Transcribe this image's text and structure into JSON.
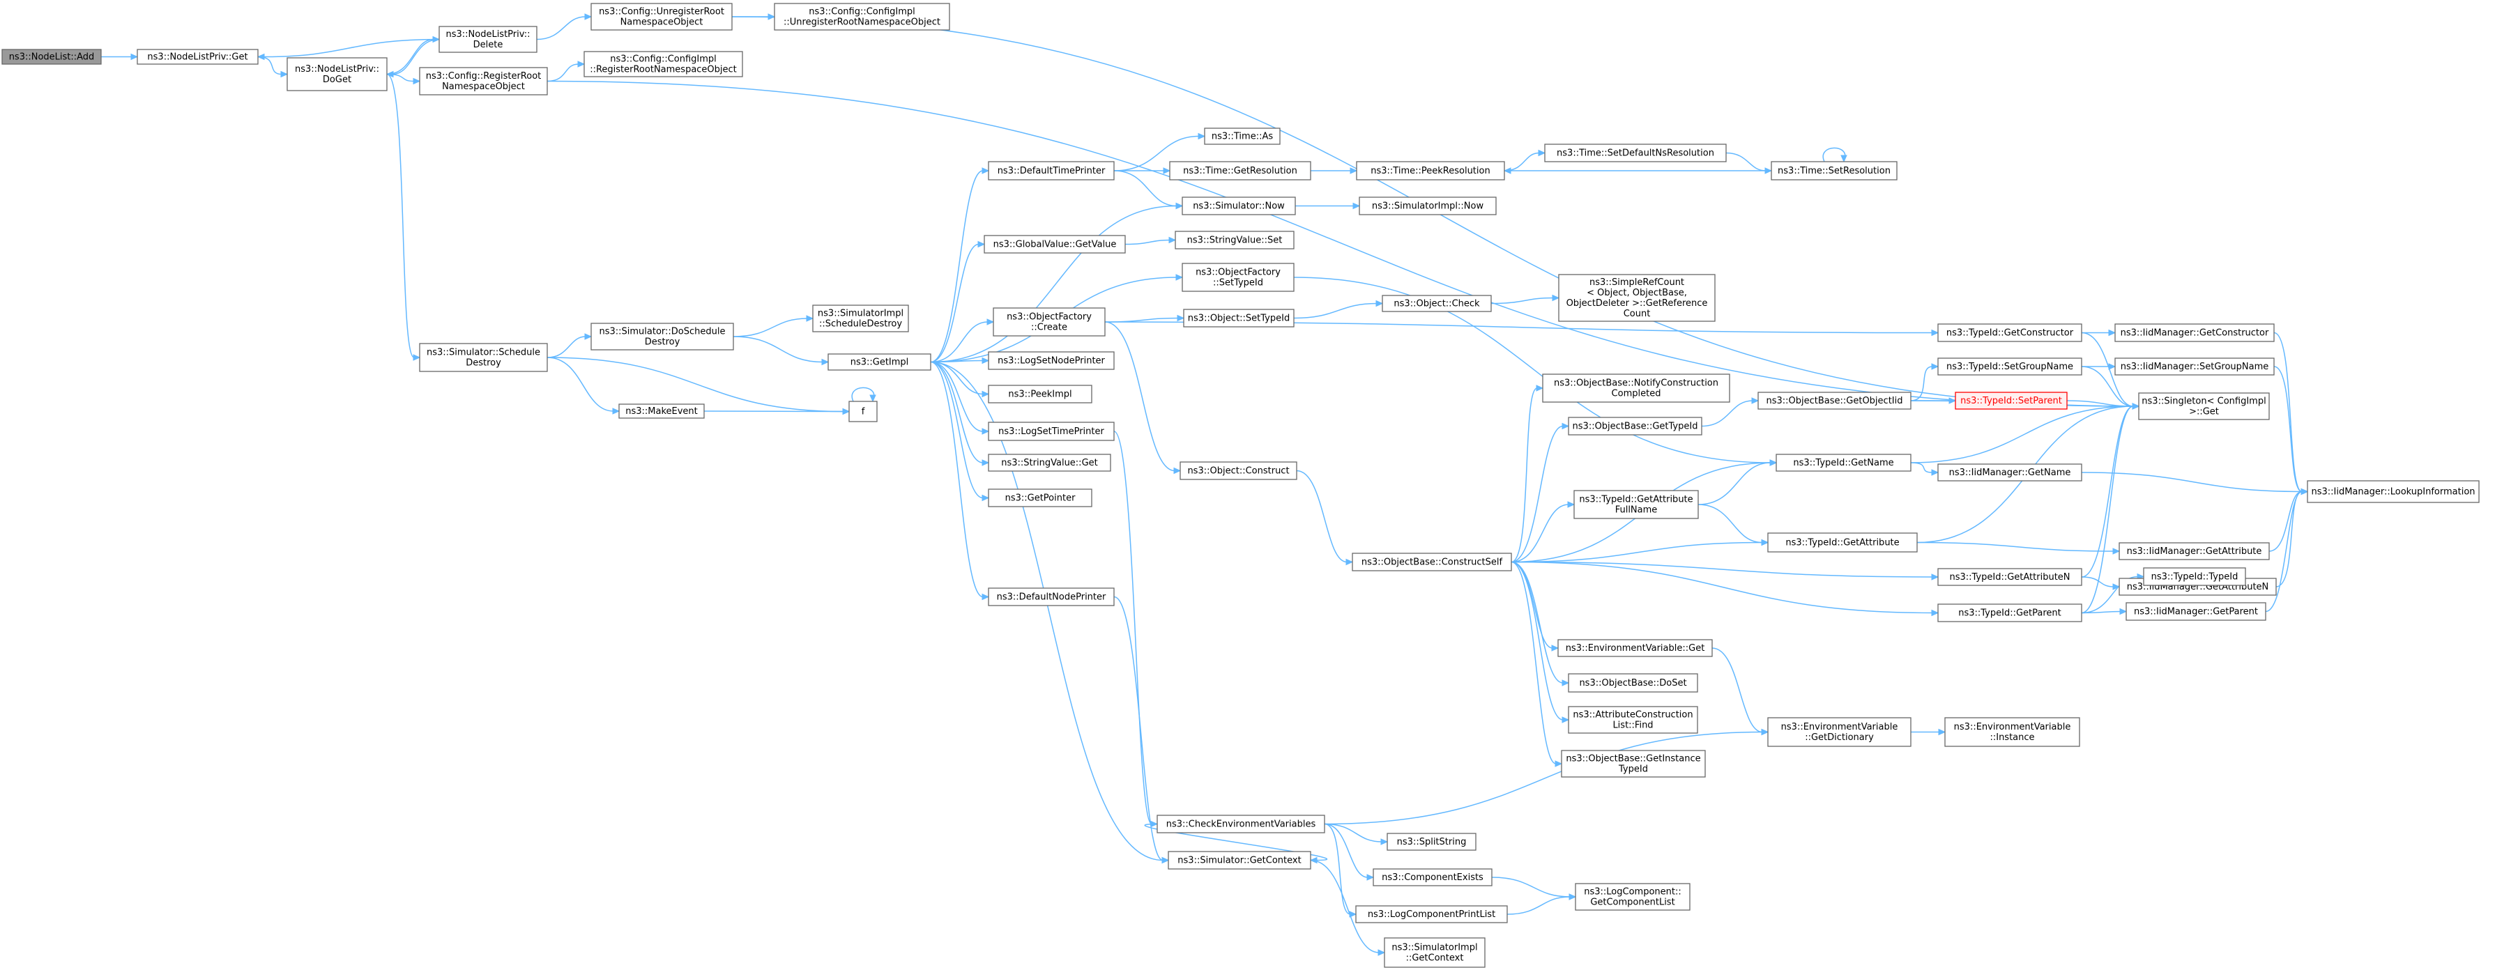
{
  "graph": {
    "nodes": [
      {
        "id": "n0",
        "lines": [
          "ns3::NodeList::Add"
        ],
        "style": "root"
      },
      {
        "id": "n1",
        "lines": [
          "ns3::NodeListPriv::Get"
        ]
      },
      {
        "id": "n2",
        "lines": [
          "ns3::NodeListPriv::",
          "DoGet"
        ]
      },
      {
        "id": "n3",
        "lines": [
          "ns3::NodeListPriv::",
          "Delete"
        ]
      },
      {
        "id": "n4",
        "lines": [
          "ns3::Config::UnregisterRoot",
          "NamespaceObject"
        ]
      },
      {
        "id": "n5",
        "lines": [
          "ns3::Config::ConfigImpl",
          "::UnregisterRootNamespaceObject"
        ]
      },
      {
        "id": "n6",
        "lines": [
          "ns3::Config::RegisterRoot",
          "NamespaceObject"
        ]
      },
      {
        "id": "n7",
        "lines": [
          "ns3::Config::ConfigImpl",
          "::RegisterRootNamespaceObject"
        ]
      },
      {
        "id": "n8",
        "lines": [
          "ns3::Simulator::Schedule",
          "Destroy"
        ]
      },
      {
        "id": "n9",
        "lines": [
          "ns3::Simulator::DoSchedule",
          "Destroy"
        ]
      },
      {
        "id": "n10",
        "lines": [
          "ns3::SimulatorImpl",
          "::ScheduleDestroy"
        ]
      },
      {
        "id": "n11",
        "lines": [
          "ns3::MakeEvent"
        ]
      },
      {
        "id": "n12",
        "lines": [
          "f"
        ]
      },
      {
        "id": "n13",
        "lines": [
          "ns3::GetImpl"
        ]
      },
      {
        "id": "n14",
        "lines": [
          "ns3::DefaultTimePrinter"
        ]
      },
      {
        "id": "n15",
        "lines": [
          "ns3::Time::As"
        ]
      },
      {
        "id": "n16",
        "lines": [
          "ns3::Time::GetResolution"
        ]
      },
      {
        "id": "n17",
        "lines": [
          "ns3::Time::PeekResolution"
        ]
      },
      {
        "id": "n18",
        "lines": [
          "ns3::Time::SetDefaultNsResolution"
        ]
      },
      {
        "id": "n19",
        "lines": [
          "ns3::Time::SetResolution"
        ]
      },
      {
        "id": "n20",
        "lines": [
          "ns3::Simulator::Now"
        ]
      },
      {
        "id": "n21",
        "lines": [
          "ns3::SimulatorImpl::Now"
        ]
      },
      {
        "id": "n22",
        "lines": [
          "ns3::GlobalValue::GetValue"
        ]
      },
      {
        "id": "n23",
        "lines": [
          "ns3::StringValue::Set"
        ]
      },
      {
        "id": "n24",
        "lines": [
          "ns3::ObjectFactory",
          "::SetTypeId"
        ]
      },
      {
        "id": "n25",
        "lines": [
          "ns3::ObjectFactory",
          "::Create"
        ]
      },
      {
        "id": "n26",
        "lines": [
          "ns3::Object::SetTypeId"
        ]
      },
      {
        "id": "n27",
        "lines": [
          "ns3::Object::Check"
        ]
      },
      {
        "id": "n28",
        "lines": [
          "ns3::SimpleRefCount",
          "< Object, ObjectBase,",
          "ObjectDeleter >::GetReference",
          "Count"
        ]
      },
      {
        "id": "n29",
        "lines": [
          "ns3::LogSetNodePrinter"
        ]
      },
      {
        "id": "n30",
        "lines": [
          "ns3::PeekImpl"
        ]
      },
      {
        "id": "n31",
        "lines": [
          "ns3::LogSetTimePrinter"
        ]
      },
      {
        "id": "n32",
        "lines": [
          "ns3::StringValue::Get"
        ]
      },
      {
        "id": "n33",
        "lines": [
          "ns3::GetPointer"
        ]
      },
      {
        "id": "n34",
        "lines": [
          "ns3::DefaultNodePrinter"
        ]
      },
      {
        "id": "n35",
        "lines": [
          "ns3::Object::Construct"
        ]
      },
      {
        "id": "n36",
        "lines": [
          "ns3::ObjectBase::ConstructSelf"
        ]
      },
      {
        "id": "n37",
        "lines": [
          "ns3::ObjectBase::NotifyConstruction",
          "Completed"
        ]
      },
      {
        "id": "n38",
        "lines": [
          "ns3::ObjectBase::GetTypeId"
        ]
      },
      {
        "id": "n39",
        "lines": [
          "ns3::ObjectBase::GetObjectIid"
        ]
      },
      {
        "id": "n40",
        "lines": [
          "ns3::TypeId::GetConstructor"
        ]
      },
      {
        "id": "n41",
        "lines": [
          "ns3::IidManager::GetConstructor"
        ]
      },
      {
        "id": "n42",
        "lines": [
          "ns3::TypeId::SetGroupName"
        ]
      },
      {
        "id": "n43",
        "lines": [
          "ns3::IidManager::SetGroupName"
        ]
      },
      {
        "id": "n44",
        "lines": [
          "ns3::TypeId::SetParent"
        ],
        "style": "red"
      },
      {
        "id": "n45",
        "lines": [
          "ns3::Singleton< ConfigImpl",
          ">::Get"
        ]
      },
      {
        "id": "n46",
        "lines": [
          "ns3::TypeId::GetName"
        ]
      },
      {
        "id": "n47",
        "lines": [
          "ns3::IidManager::GetName"
        ]
      },
      {
        "id": "n48",
        "lines": [
          "ns3::IidManager::LookupInformation"
        ]
      },
      {
        "id": "n49",
        "lines": [
          "ns3::TypeId::GetAttribute",
          "FullName"
        ]
      },
      {
        "id": "n50",
        "lines": [
          "ns3::TypeId::GetAttribute"
        ]
      },
      {
        "id": "n51",
        "lines": [
          "ns3::IidManager::GetAttribute"
        ]
      },
      {
        "id": "n52",
        "lines": [
          "ns3::IidManager::GetAttributeN"
        ]
      },
      {
        "id": "n53",
        "lines": [
          "ns3::TypeId::GetAttributeN"
        ]
      },
      {
        "id": "n54",
        "lines": [
          "ns3::TypeId::TypeId"
        ]
      },
      {
        "id": "n55",
        "lines": [
          "ns3::TypeId::GetParent"
        ]
      },
      {
        "id": "n56",
        "lines": [
          "ns3::IidManager::GetParent"
        ]
      },
      {
        "id": "n57",
        "lines": [
          "ns3::EnvironmentVariable::Get"
        ]
      },
      {
        "id": "n58",
        "lines": [
          "ns3::ObjectBase::DoSet"
        ]
      },
      {
        "id": "n59",
        "lines": [
          "ns3::AttributeConstruction",
          "List::Find"
        ]
      },
      {
        "id": "n60",
        "lines": [
          "ns3::ObjectBase::GetInstance",
          "TypeId"
        ]
      },
      {
        "id": "n61",
        "lines": [
          "ns3::EnvironmentVariable",
          "::GetDictionary"
        ]
      },
      {
        "id": "n62",
        "lines": [
          "ns3::EnvironmentVariable",
          "::Instance"
        ]
      },
      {
        "id": "n63",
        "lines": [
          "ns3::CheckEnvironmentVariables"
        ]
      },
      {
        "id": "n64",
        "lines": [
          "ns3::SplitString"
        ]
      },
      {
        "id": "n65",
        "lines": [
          "ns3::Simulator::GetContext"
        ]
      },
      {
        "id": "n66",
        "lines": [
          "ns3::ComponentExists"
        ]
      },
      {
        "id": "n67",
        "lines": [
          "ns3::LogComponent::",
          "GetComponentList"
        ]
      },
      {
        "id": "n68",
        "lines": [
          "ns3::LogComponentPrintList"
        ]
      },
      {
        "id": "n69",
        "lines": [
          "ns3::SimulatorImpl",
          "::GetContext"
        ]
      }
    ],
    "edges": [
      [
        "n0",
        "n1"
      ],
      [
        "n1",
        "n2"
      ],
      [
        "n2",
        "n3"
      ],
      [
        "n3",
        "n2"
      ],
      [
        "n3",
        "n1"
      ],
      [
        "n3",
        "n4"
      ],
      [
        "n4",
        "n5"
      ],
      [
        "n2",
        "n6"
      ],
      [
        "n6",
        "n7"
      ],
      [
        "n2",
        "n8"
      ],
      [
        "n4",
        "n45"
      ],
      [
        "n6",
        "n45"
      ],
      [
        "n8",
        "n9"
      ],
      [
        "n8",
        "n11"
      ],
      [
        "n8",
        "n12"
      ],
      [
        "n9",
        "n10"
      ],
      [
        "n9",
        "n13"
      ],
      [
        "n11",
        "n12"
      ],
      [
        "n12",
        "n12"
      ],
      [
        "n13",
        "n14"
      ],
      [
        "n13",
        "n20"
      ],
      [
        "n13",
        "n22"
      ],
      [
        "n13",
        "n24"
      ],
      [
        "n13",
        "n25"
      ],
      [
        "n13",
        "n29"
      ],
      [
        "n13",
        "n30"
      ],
      [
        "n13",
        "n31"
      ],
      [
        "n13",
        "n32"
      ],
      [
        "n13",
        "n33"
      ],
      [
        "n13",
        "n34"
      ],
      [
        "n13",
        "n65"
      ],
      [
        "n14",
        "n15"
      ],
      [
        "n14",
        "n16"
      ],
      [
        "n14",
        "n20"
      ],
      [
        "n16",
        "n17"
      ],
      [
        "n17",
        "n18"
      ],
      [
        "n18",
        "n19"
      ],
      [
        "n19",
        "n17"
      ],
      [
        "n19",
        "n19"
      ],
      [
        "n20",
        "n21"
      ],
      [
        "n22",
        "n23"
      ],
      [
        "n24",
        "n46"
      ],
      [
        "n25",
        "n26"
      ],
      [
        "n25",
        "n35"
      ],
      [
        "n25",
        "n40"
      ],
      [
        "n26",
        "n27"
      ],
      [
        "n27",
        "n28"
      ],
      [
        "n31",
        "n63"
      ],
      [
        "n34",
        "n65"
      ],
      [
        "n35",
        "n36"
      ],
      [
        "n36",
        "n37"
      ],
      [
        "n36",
        "n38"
      ],
      [
        "n36",
        "n46"
      ],
      [
        "n36",
        "n49"
      ],
      [
        "n36",
        "n50"
      ],
      [
        "n36",
        "n53"
      ],
      [
        "n36",
        "n55"
      ],
      [
        "n36",
        "n57"
      ],
      [
        "n36",
        "n58"
      ],
      [
        "n36",
        "n59"
      ],
      [
        "n36",
        "n60"
      ],
      [
        "n38",
        "n39"
      ],
      [
        "n39",
        "n42"
      ],
      [
        "n39",
        "n44"
      ],
      [
        "n39",
        "n45"
      ],
      [
        "n40",
        "n41"
      ],
      [
        "n40",
        "n45"
      ],
      [
        "n41",
        "n48"
      ],
      [
        "n42",
        "n43"
      ],
      [
        "n42",
        "n45"
      ],
      [
        "n43",
        "n48"
      ],
      [
        "n44",
        "n45"
      ],
      [
        "n46",
        "n47"
      ],
      [
        "n46",
        "n45"
      ],
      [
        "n47",
        "n48"
      ],
      [
        "n49",
        "n46"
      ],
      [
        "n49",
        "n50"
      ],
      [
        "n50",
        "n51"
      ],
      [
        "n50",
        "n45"
      ],
      [
        "n51",
        "n48"
      ],
      [
        "n53",
        "n52"
      ],
      [
        "n53",
        "n45"
      ],
      [
        "n52",
        "n48"
      ],
      [
        "n55",
        "n54"
      ],
      [
        "n55",
        "n56"
      ],
      [
        "n55",
        "n45"
      ],
      [
        "n56",
        "n48"
      ],
      [
        "n57",
        "n61"
      ],
      [
        "n61",
        "n62"
      ],
      [
        "n63",
        "n61"
      ],
      [
        "n63",
        "n64"
      ],
      [
        "n63",
        "n65"
      ],
      [
        "n63",
        "n66"
      ],
      [
        "n63",
        "n68"
      ],
      [
        "n65",
        "n69"
      ],
      [
        "n66",
        "n67"
      ],
      [
        "n68",
        "n67"
      ]
    ]
  }
}
